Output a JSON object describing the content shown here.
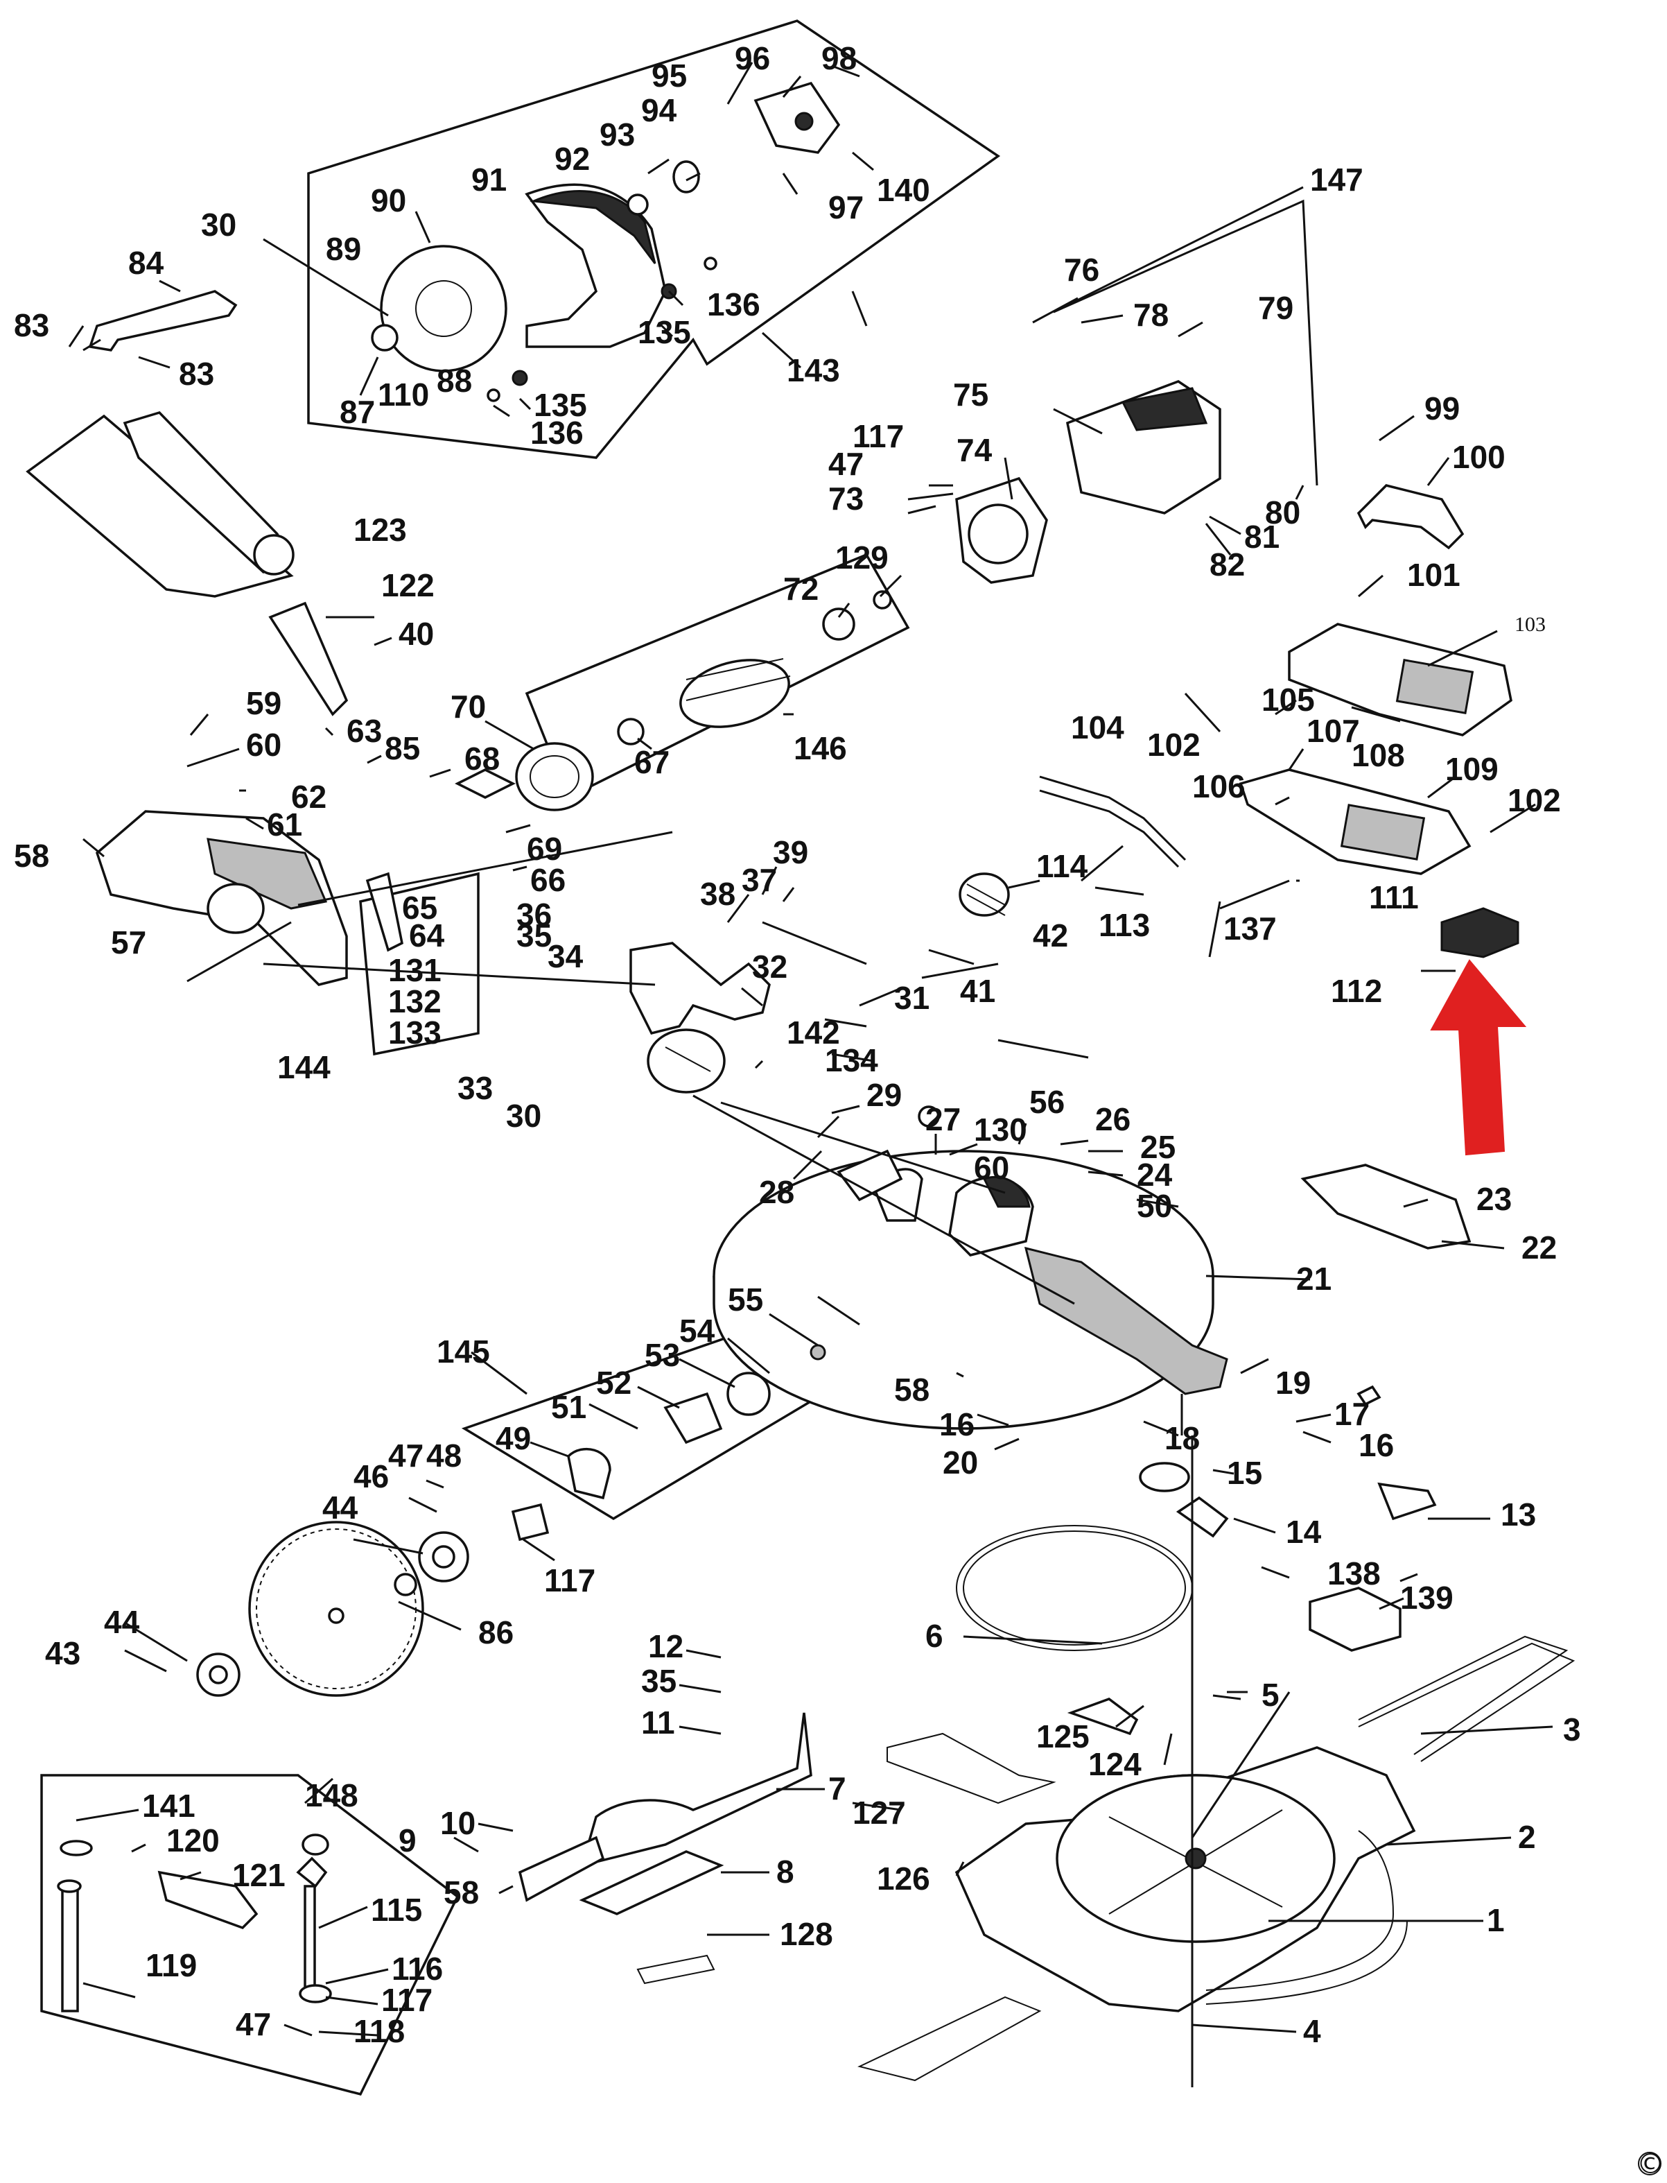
{
  "diagram": {
    "copyright_symbol": "©",
    "accent_arrow_color": "#e02020",
    "labels": {
      "l1": "1",
      "l2": "2",
      "l3": "3",
      "l4": "4",
      "l5": "5",
      "l6": "6",
      "l7": "7",
      "l8": "8",
      "l9": "9",
      "l10": "10",
      "l11": "11",
      "l12": "12",
      "l13": "13",
      "l14": "14",
      "l15": "15",
      "l16a": "16",
      "l16b": "16",
      "l17": "17",
      "l18": "18",
      "l19": "19",
      "l20": "20",
      "l21": "21",
      "l22": "22",
      "l23": "23",
      "l24": "24",
      "l25": "25",
      "l26": "26",
      "l27": "27",
      "l28": "28",
      "l29": "29",
      "l30a": "30",
      "l30b": "30",
      "l31": "31",
      "l32": "32",
      "l33": "33",
      "l34": "34",
      "l35a": "35",
      "l35b": "35",
      "l36": "36",
      "l37": "37",
      "l38": "38",
      "l39": "39",
      "l40": "40",
      "l41": "41",
      "l42": "42",
      "l43": "43",
      "l44a": "44",
      "l44b": "44",
      "l46": "46",
      "l47a": "47",
      "l47b": "47",
      "l47c": "47",
      "l48": "48",
      "l49": "49",
      "l50": "50",
      "l51": "51",
      "l52": "52",
      "l53": "53",
      "l54": "54",
      "l55": "55",
      "l56": "56",
      "l57": "57",
      "l58a": "58",
      "l58b": "58",
      "l58c": "58",
      "l59": "59",
      "l60a": "60",
      "l60b": "60",
      "l61": "61",
      "l62": "62",
      "l63": "63",
      "l64": "64",
      "l65": "65",
      "l66": "66",
      "l67": "67",
      "l68": "68",
      "l69": "69",
      "l70": "70",
      "l72": "72",
      "l73": "73",
      "l74": "74",
      "l75": "75",
      "l76": "76",
      "l78": "78",
      "l79": "79",
      "l80": "80",
      "l81": "81",
      "l82": "82",
      "l83a": "83",
      "l83b": "83",
      "l84": "84",
      "l85": "85",
      "l86": "86",
      "l87": "87",
      "l88": "88",
      "l89": "89",
      "l90": "90",
      "l91": "91",
      "l92": "92",
      "l93": "93",
      "l94": "94",
      "l95": "95",
      "l96": "96",
      "l97": "97",
      "l98": "98",
      "l99": "99",
      "l100": "100",
      "l101": "101",
      "l102a": "102",
      "l102b": "102",
      "l103": "103",
      "l104": "104",
      "l105": "105",
      "l106": "106",
      "l107": "107",
      "l108": "108",
      "l109": "109",
      "l110": "110",
      "l111": "111",
      "l112": "112",
      "l113": "113",
      "l114": "114",
      "l115": "115",
      "l116": "116",
      "l117a": "117",
      "l117b": "117",
      "l117c": "117",
      "l118": "118",
      "l119": "119",
      "l120": "120",
      "l121": "121",
      "l122": "122",
      "l123": "123",
      "l124": "124",
      "l125": "125",
      "l126": "126",
      "l127": "127",
      "l128": "128",
      "l129": "129",
      "l130": "130",
      "l131": "131",
      "l132": "132",
      "l133": "133",
      "l134": "134",
      "l135a": "135",
      "l135b": "135",
      "l136a": "136",
      "l136b": "136",
      "l137": "137",
      "l138": "138",
      "l139": "139",
      "l140": "140",
      "l141": "141",
      "l142": "142",
      "l143": "143",
      "l144": "144",
      "l145": "145",
      "l146": "146",
      "l147": "147",
      "l148": "148"
    }
  }
}
